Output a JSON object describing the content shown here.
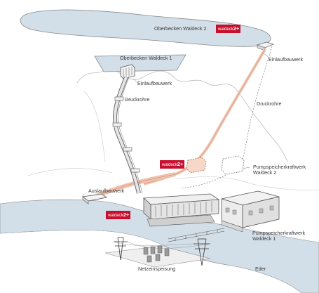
{
  "labels": {
    "oberbecken2": "Oberbecken Waldeck 2",
    "oberbecken1": "Oberbecken Waldeck 1",
    "einlaufbauwerk_right": "Einlaufbauwerk",
    "einlaufbauwerk_left": "Einlaufbauwerk",
    "druckrohre_left": "Druckrohre",
    "druckrohre_right": "Druckrohre",
    "psk2": "Pumpspeicherkraftwerk\nWaldeck 2",
    "auslaufbauwerk": "Auslaufbauwerk",
    "psk1": "Pumpspeicherkraftwerk\nWaldeck 1",
    "netzeinspeisung": "Netzeinspeisung",
    "eder": "Eder"
  },
  "badge": {
    "text": "waldeck",
    "sup": "2+"
  },
  "colors": {
    "accent": "#c8102e",
    "water": "#d2dee8",
    "pipe_new": "#f0c1ab",
    "outline": "#7a7a7a"
  }
}
